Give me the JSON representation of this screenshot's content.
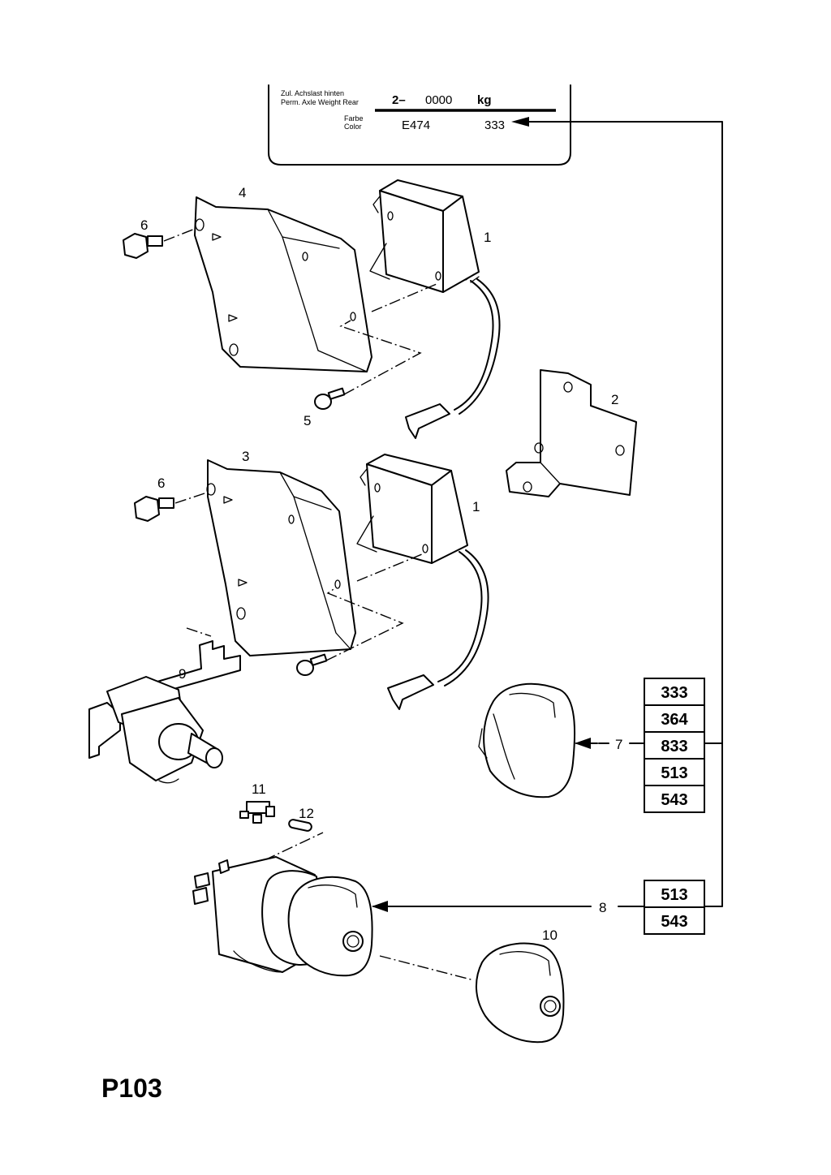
{
  "page_code": "P103",
  "plate": {
    "row1_label_de": "Zul. Achslast hinten",
    "row1_label_en": "Perm. Axle Weight Rear",
    "row1_prefix": "2–",
    "row1_value": "0000",
    "row1_unit": "kg",
    "row2_label_de": "Farbe",
    "row2_label_en": "Color",
    "row2_code": "E474",
    "row2_value": "333"
  },
  "callouts": {
    "c1a": "1",
    "c1b": "1",
    "c2": "2",
    "c3": "3",
    "c4": "4",
    "c5": "5",
    "c6a": "6",
    "c6b": "6",
    "c7": "7",
    "c8": "8",
    "c9": "9",
    "c10": "10",
    "c11": "11",
    "c12": "12"
  },
  "code_table_7": [
    "333",
    "364",
    "833",
    "513",
    "543"
  ],
  "code_table_8": [
    "513",
    "543"
  ]
}
